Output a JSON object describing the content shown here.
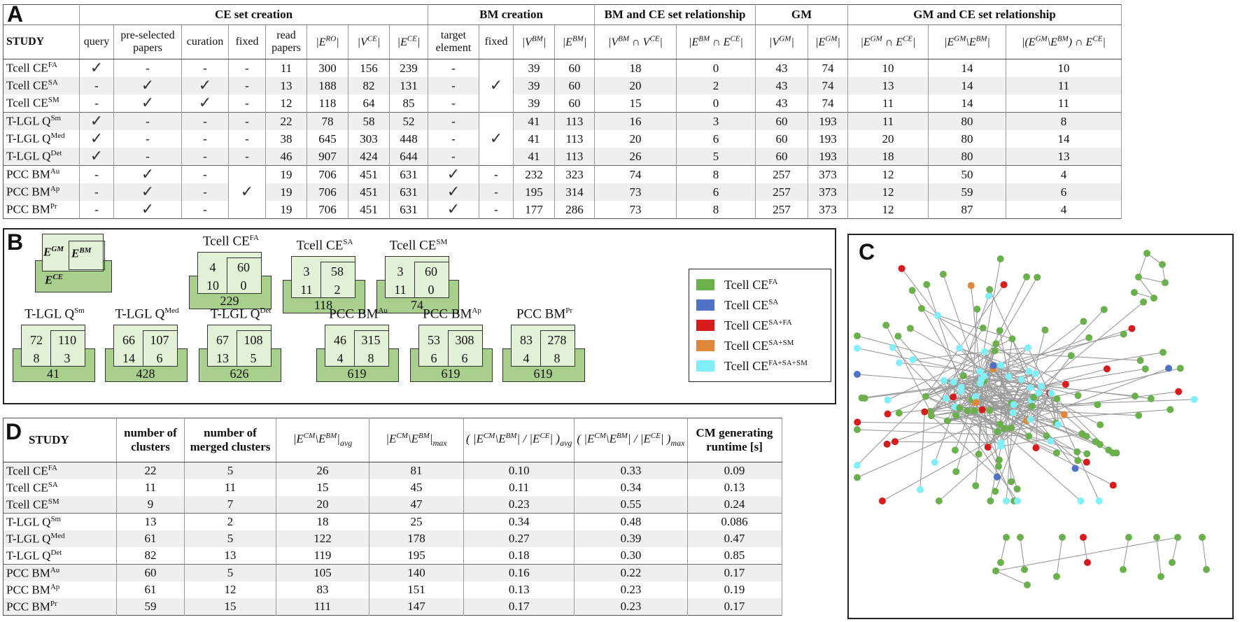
{
  "panel_labels": {
    "a": "A",
    "b": "B",
    "c": "C",
    "d": "D"
  },
  "tableA": {
    "groups": [
      "STUDY",
      "CE set creation",
      "BM creation",
      "BM and CE set relationship",
      "GM",
      "GM and CE set relationship"
    ],
    "columns": [
      "query",
      "pre-selected papers",
      "curation",
      "fixed",
      "read papers",
      "|E^RO|",
      "|V^CE|",
      "|E^CE|",
      "target element",
      "fixed",
      "|V^BM|",
      "|E^BM|",
      "|V^BM ∩ V^CE|",
      "|E^BM ∩ E^CE|",
      "|V^GM|",
      "|E^GM|",
      "|E^GM ∩ E^CE|",
      "|E^GM\\E^BM|",
      "|(E^GM\\E^BM) ∩ E^CE|"
    ],
    "rows": [
      {
        "study": "Tcell CE",
        "sup": "FA",
        "query": "✓",
        "pre": "-",
        "cur": "-",
        "fixed": "-",
        "read": "11",
        "ero": "300",
        "vce": "156",
        "ece": "239",
        "target": "-",
        "bmfixed": "",
        "vbm": "39",
        "ebm": "60",
        "vbmce": "18",
        "ebmce": "0",
        "vgm": "43",
        "egm": "74",
        "egmce": "10",
        "egmbm": "14",
        "egmbmce": "10"
      },
      {
        "study": "Tcell CE",
        "sup": "SA",
        "query": "-",
        "pre": "✓",
        "cur": "✓",
        "fixed": "-",
        "read": "13",
        "ero": "188",
        "vce": "82",
        "ece": "131",
        "target": "-",
        "bmfixed": "✓",
        "vbm": "39",
        "ebm": "60",
        "vbmce": "20",
        "ebmce": "2",
        "vgm": "43",
        "egm": "74",
        "egmce": "13",
        "egmbm": "14",
        "egmbmce": "11"
      },
      {
        "study": "Tcell CE",
        "sup": "SM",
        "query": "-",
        "pre": "✓",
        "cur": "✓",
        "fixed": "-",
        "read": "12",
        "ero": "118",
        "vce": "64",
        "ece": "85",
        "target": "-",
        "bmfixed": "",
        "vbm": "39",
        "ebm": "60",
        "vbmce": "15",
        "ebmce": "0",
        "vgm": "43",
        "egm": "74",
        "egmce": "11",
        "egmbm": "14",
        "egmbmce": "11"
      },
      {
        "study": "T-LGL Q",
        "sup": "Sm",
        "query": "✓",
        "pre": "-",
        "cur": "-",
        "fixed": "-",
        "read": "22",
        "ero": "78",
        "vce": "58",
        "ece": "52",
        "target": "-",
        "bmfixed": "",
        "vbm": "41",
        "ebm": "113",
        "vbmce": "16",
        "ebmce": "3",
        "vgm": "60",
        "egm": "193",
        "egmce": "11",
        "egmbm": "80",
        "egmbmce": "8"
      },
      {
        "study": "T-LGL Q",
        "sup": "Med",
        "query": "✓",
        "pre": "-",
        "cur": "-",
        "fixed": "-",
        "read": "38",
        "ero": "645",
        "vce": "303",
        "ece": "448",
        "target": "-",
        "bmfixed": "✓",
        "vbm": "41",
        "ebm": "113",
        "vbmce": "20",
        "ebmce": "6",
        "vgm": "60",
        "egm": "193",
        "egmce": "20",
        "egmbm": "80",
        "egmbmce": "14"
      },
      {
        "study": "T-LGL Q",
        "sup": "Det",
        "query": "✓",
        "pre": "-",
        "cur": "-",
        "fixed": "-",
        "read": "46",
        "ero": "907",
        "vce": "424",
        "ece": "644",
        "target": "-",
        "bmfixed": "",
        "vbm": "41",
        "ebm": "113",
        "vbmce": "26",
        "ebmce": "5",
        "vgm": "60",
        "egm": "193",
        "egmce": "18",
        "egmbm": "80",
        "egmbmce": "13"
      },
      {
        "study": "PCC BM",
        "sup": "Au",
        "query": "-",
        "pre": "✓",
        "cur": "-",
        "fixed": "",
        "read": "19",
        "ero": "706",
        "vce": "451",
        "ece": "631",
        "target": "✓",
        "bmfixed": "-",
        "vbm": "232",
        "ebm": "323",
        "vbmce": "74",
        "ebmce": "8",
        "vgm": "257",
        "egm": "373",
        "egmce": "12",
        "egmbm": "50",
        "egmbmce": "4"
      },
      {
        "study": "PCC BM",
        "sup": "Ap",
        "query": "-",
        "pre": "✓",
        "cur": "-",
        "fixed": "✓",
        "read": "19",
        "ero": "706",
        "vce": "451",
        "ece": "631",
        "target": "✓",
        "bmfixed": "-",
        "vbm": "195",
        "ebm": "314",
        "vbmce": "73",
        "ebmce": "6",
        "vgm": "257",
        "egm": "373",
        "egmce": "12",
        "egmbm": "59",
        "egmbmce": "6"
      },
      {
        "study": "PCC BM",
        "sup": "Pr",
        "query": "-",
        "pre": "✓",
        "cur": "-",
        "fixed": "",
        "read": "19",
        "ero": "706",
        "vce": "451",
        "ece": "631",
        "target": "✓",
        "bmfixed": "-",
        "vbm": "177",
        "ebm": "286",
        "vbmce": "73",
        "ebmce": "8",
        "vgm": "257",
        "egm": "373",
        "egmce": "12",
        "egmbm": "87",
        "egmbmce": "4"
      }
    ]
  },
  "panelB": {
    "legend_labels": {
      "gm": "E^GM",
      "bm": "E^BM",
      "ce": "E^CE"
    },
    "venns": [
      {
        "title": "Tcell CE",
        "sup": "FA",
        "gm_only": "4",
        "bm_only": "60",
        "gm_ce": "10",
        "bm_ce": "0",
        "ce_only": "229"
      },
      {
        "title": "Tcell CE",
        "sup": "SA",
        "gm_only": "3",
        "bm_only": "58",
        "gm_ce": "11",
        "bm_ce": "2",
        "ce_only": "118"
      },
      {
        "title": "Tcell CE",
        "sup": "SM",
        "gm_only": "3",
        "bm_only": "60",
        "gm_ce": "11",
        "bm_ce": "0",
        "ce_only": "74"
      },
      {
        "title": "T-LGL Q",
        "sup": "Sm",
        "gm_only": "72",
        "bm_only": "110",
        "gm_ce": "8",
        "bm_ce": "3",
        "ce_only": "41"
      },
      {
        "title": "T-LGL Q",
        "sup": "Med",
        "gm_only": "66",
        "bm_only": "107",
        "gm_ce": "14",
        "bm_ce": "6",
        "ce_only": "428"
      },
      {
        "title": "T-LGL Q",
        "sup": "Det",
        "gm_only": "67",
        "bm_only": "108",
        "gm_ce": "13",
        "bm_ce": "5",
        "ce_only": "626"
      },
      {
        "title": "PCC BM",
        "sup": "Au",
        "gm_only": "46",
        "bm_only": "315",
        "gm_ce": "4",
        "bm_ce": "8",
        "ce_only": "619"
      },
      {
        "title": "PCC BM",
        "sup": "Ap",
        "gm_only": "53",
        "bm_only": "308",
        "gm_ce": "6",
        "bm_ce": "6",
        "ce_only": "619"
      },
      {
        "title": "PCC BM",
        "sup": "Pr",
        "gm_only": "83",
        "bm_only": "278",
        "gm_ce": "4",
        "bm_ce": "8",
        "ce_only": "619"
      }
    ]
  },
  "legend": [
    {
      "label": "Tcell CE",
      "sup": "FA",
      "color": "#6ab04c"
    },
    {
      "label": "Tcell CE",
      "sup": "SA",
      "color": "#4f72c4"
    },
    {
      "label": "Tcell CE",
      "sup": "SA+FA",
      "color": "#d91b1b"
    },
    {
      "label": "Tcell CE",
      "sup": "SA+SM",
      "color": "#e0883a"
    },
    {
      "label": "Tcell CE",
      "sup": "FA+SA+SM",
      "color": "#7ff0f7"
    }
  ],
  "tableD": {
    "headers": [
      "STUDY",
      "number of clusters",
      "number of merged clusters",
      "|E^CM\\E^BM|avg",
      "|E^CM\\E^BM|max",
      "(|E^CM\\E^BM| / |E^CE|)avg",
      "(|E^CM\\E^BM| / |E^CE|)max",
      "CM generating runtime [s]"
    ],
    "rows": [
      {
        "study": "Tcell CE",
        "sup": "FA",
        "clusters": "22",
        "merged": "5",
        "avg": "26",
        "max": "81",
        "ravg": "0.10",
        "rmax": "0.33",
        "rt": "0.09"
      },
      {
        "study": "Tcell CE",
        "sup": "SA",
        "clusters": "11",
        "merged": "11",
        "avg": "15",
        "max": "45",
        "ravg": "0.11",
        "rmax": "0.34",
        "rt": "0.13"
      },
      {
        "study": "Tcell CE",
        "sup": "SM",
        "clusters": "9",
        "merged": "7",
        "avg": "20",
        "max": "47",
        "ravg": "0.23",
        "rmax": "0.55",
        "rt": "0.24"
      },
      {
        "study": "T-LGL Q",
        "sup": "Sm",
        "clusters": "13",
        "merged": "2",
        "avg": "18",
        "max": "25",
        "ravg": "0.34",
        "rmax": "0.48",
        "rt": "0.086"
      },
      {
        "study": "T-LGL Q",
        "sup": "Med",
        "clusters": "61",
        "merged": "5",
        "avg": "122",
        "max": "178",
        "ravg": "0.27",
        "rmax": "0.39",
        "rt": "0.47"
      },
      {
        "study": "T-LGL Q",
        "sup": "Det",
        "clusters": "82",
        "merged": "13",
        "avg": "119",
        "max": "195",
        "ravg": "0.18",
        "rmax": "0.30",
        "rt": "0.85"
      },
      {
        "study": "PCC BM",
        "sup": "Au",
        "clusters": "60",
        "merged": "5",
        "avg": "105",
        "max": "140",
        "ravg": "0.16",
        "rmax": "0.22",
        "rt": "0.17"
      },
      {
        "study": "PCC BM",
        "sup": "Ap",
        "clusters": "61",
        "merged": "12",
        "avg": "83",
        "max": "151",
        "ravg": "0.13",
        "rmax": "0.23",
        "rt": "0.19"
      },
      {
        "study": "PCC BM",
        "sup": "Pr",
        "clusters": "59",
        "merged": "15",
        "avg": "111",
        "max": "147",
        "ravg": "0.17",
        "rmax": "0.23",
        "rt": "0.17"
      }
    ]
  },
  "network": {
    "colors": {
      "FA": "#6ab04c",
      "SA": "#4f72c4",
      "SAFA": "#d91b1b",
      "SASM": "#e0883a",
      "FASASM": "#7ff0f7"
    }
  }
}
